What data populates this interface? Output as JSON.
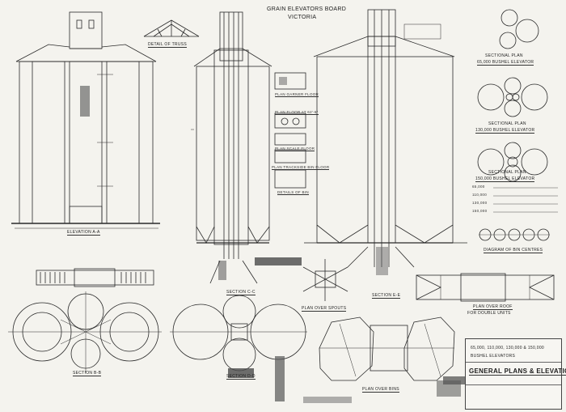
{
  "header": {
    "board_name": "GRAIN ELEVATORS BOARD",
    "state": "VICTORIA"
  },
  "views": {
    "elevation_aa": "ELEVATION A-A",
    "detail_truss": "DETAIL OF TRUSS",
    "section_cc": "SECTION C-C",
    "section_ee": "SECTION E-E",
    "section_bb": "SECTION B-B",
    "section_dd": "SECTION D-D",
    "plan_spouts": "PLAN OVER SPOUTS",
    "plan_bins": "PLAN OVER BINS",
    "plan_roof_1": "PLAN OVER ROOF",
    "plan_roof_2": "FOR DOUBLE UNITS",
    "plan_garner": "PLAN GARNER FLOOR",
    "plan_62": "PLAN FLOOR AT 62'-6\"",
    "plan_scale": "PLAN SCALE FLOOR",
    "plan_trackside": "PLAN TRACKSIDE BIN FLOOR",
    "details_bin": "DETAILS OF BIN",
    "sectional_65": [
      "SECTIONAL PLAN",
      "65,000 BUSHEL ELEVATOR"
    ],
    "sectional_130": [
      "SECTIONAL PLAN",
      "130,000 BUSHEL ELEVATOR"
    ],
    "sectional_150": [
      "SECTIONAL PLAN",
      "150,000 BUSHEL ELEVATOR"
    ],
    "bin_centres": "DIAGRAM OF BIN CENTRES",
    "bin_centres_rows": [
      "65,000",
      "110,000",
      "130,000",
      "150,000"
    ]
  },
  "title_block": {
    "capacities": "65,000, 110,000, 130,000 & 150,000",
    "elevators": "BUSHEL ELEVATORS",
    "main_title": "GENERAL PLANS & ELEVATIONS"
  },
  "colors": {
    "ink": "#2a2a2a",
    "paper": "#f4f3ee",
    "tape": "#555555"
  }
}
